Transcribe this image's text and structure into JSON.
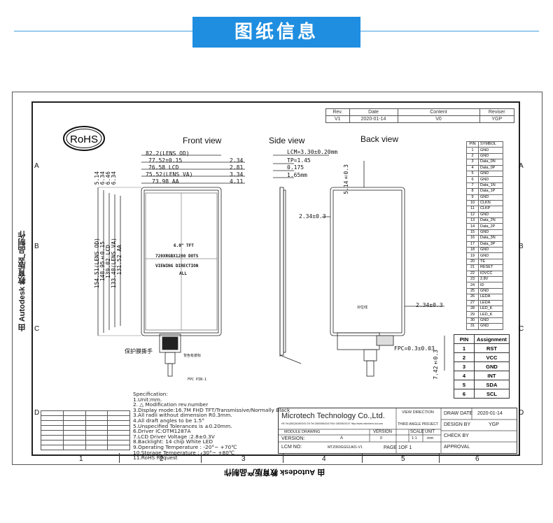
{
  "header": {
    "title": "图纸信息"
  },
  "watermark": {
    "left": "由 Autodesk 教育版产品制作",
    "bottom": "由 Autodesk 教育版产品制作"
  },
  "grid": {
    "rows": [
      "A",
      "B",
      "C",
      "D"
    ],
    "cols": [
      "1",
      "2",
      "3",
      "4",
      "5",
      "6"
    ]
  },
  "revision": {
    "headers": [
      "Rev.",
      "Date",
      "Content",
      "Reviser"
    ],
    "row": [
      "V1",
      "2020-01-14",
      "V0",
      "YGP"
    ]
  },
  "rohs": "RoHS",
  "views": {
    "front": "Front view",
    "side": "Side view",
    "back": "Back view"
  },
  "front_dims": {
    "top": [
      "82.2(LENS OD)",
      "77.52±0.15",
      "76.58 LCD",
      "75.52(LENS VA)",
      "73.98 AA"
    ],
    "right": [
      "2.34",
      "2.81",
      "3.34",
      "4.11"
    ],
    "left_v": [
      "154.51(LENS OD)",
      "148.95±0.15",
      "139.02 LCD",
      "133.48(LENS VA)",
      "131.52 AA"
    ],
    "left_top": [
      "5.14",
      "6.34",
      "6.46",
      "6.34"
    ],
    "screen": [
      "6.0\" TFT",
      "720XRGBX1280 DOTS",
      "VIEWING DIRECTION",
      "ALL"
    ],
    "fpc_note1": "保护膜撕手",
    "fpc_note2": "背色有遮标",
    "fpc_note3": "FPC PIN-1"
  },
  "side_dims": [
    "LCM=3.30±0.20mm",
    "TP=1.45",
    "0.175",
    "1.65mm"
  ],
  "back_dims": [
    "5.14±0.3",
    "2.34±0.3",
    "2.34±0.3",
    "FPC=0.3±0.03",
    "7.42±0.3",
    "对位线"
  ],
  "symbols": [
    [
      "PIN",
      "SYMBOL"
    ],
    [
      "1",
      "GND"
    ],
    [
      "2",
      "GND"
    ],
    [
      "3",
      "Data_0N"
    ],
    [
      "4",
      "Data_0P"
    ],
    [
      "5",
      "GND"
    ],
    [
      "6",
      "GND"
    ],
    [
      "7",
      "Data_1N"
    ],
    [
      "8",
      "Data_1P"
    ],
    [
      "9",
      "GND"
    ],
    [
      "10",
      "CLKN"
    ],
    [
      "11",
      "CLKP"
    ],
    [
      "12",
      "GND"
    ],
    [
      "13",
      "Data_2N"
    ],
    [
      "14",
      "Data_2P"
    ],
    [
      "15",
      "GND"
    ],
    [
      "16",
      "Data_3N"
    ],
    [
      "17",
      "Data_3P"
    ],
    [
      "18",
      "GND"
    ],
    [
      "19",
      "GND"
    ],
    [
      "20",
      "TE"
    ],
    [
      "21",
      "RESET"
    ],
    [
      "22",
      "IOVCC"
    ],
    [
      "23",
      "2.8V"
    ],
    [
      "24",
      "ID"
    ],
    [
      "25",
      "GND"
    ],
    [
      "26",
      "LEDA"
    ],
    [
      "27",
      "LEDA"
    ],
    [
      "28",
      "LED_K"
    ],
    [
      "29",
      "LED_K"
    ],
    [
      "30",
      "GND"
    ],
    [
      "31",
      "GND"
    ]
  ],
  "pins": {
    "headers": [
      "PIN",
      "Assignment"
    ],
    "rows": [
      [
        "1",
        "RST"
      ],
      [
        "2",
        "VCC"
      ],
      [
        "3",
        "GND"
      ],
      [
        "4",
        "INT"
      ],
      [
        "5",
        "SDA"
      ],
      [
        "6",
        "SCL"
      ]
    ]
  },
  "spec": [
    "Specification:",
    "1.Unit:mm.",
    "2. △ Modification rev.number",
    "3.Display mode:16.7M FHD TFT/Transmissive/Normally Black",
    "3.All radii without dimension R0.3mm.",
    "4.All draft angles to be 1.5°",
    "5.Unspecified Tolerances is ±0.20mm.",
    "6.Driver IC:OTM1287A",
    "7.LCD Driver Voltage :2.8±0.3V",
    "8.Backlight: 14 chip White LED",
    "9.Operating Temperature : -20°~ +70℃",
    "10.Storage Temperature : -30°~ +80℃",
    "11.RoHS Request"
  ],
  "title_block": {
    "company": "Microtech Technology Co.,Ltd.",
    "address": "HK Tel:(852)36180343 CN Tel:13600854243 FAX:13625520107  http://www.microtech-lcd.com",
    "view_direction": "VIEW DIRECTION",
    "third_angle": "THIRD ANGLE PROJECT",
    "module": "MODULE DRAWING",
    "version_lbl": "VERSION:",
    "version_val": "A",
    "lcm_lbl": "LCM NO:",
    "lcm_val": "MTZ060GGG1A01-V1",
    "col_version": "VERSION",
    "col_scale": "SCALE",
    "col_unit": "UNIT",
    "val_version": "0",
    "val_scale": "1:1",
    "val_unit": "mm",
    "page": "PAGE 1OF 1",
    "draw_date_lbl": "DRAW DATE",
    "draw_date": "2020-01-14",
    "design_lbl": "DESIGN BY",
    "design": "YGP",
    "check_lbl": "CHECK BY",
    "approval_lbl": "APPROVAL"
  }
}
